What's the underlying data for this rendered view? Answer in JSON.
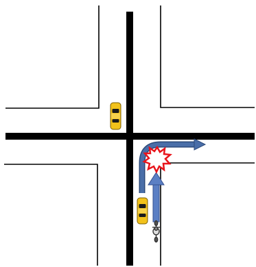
{
  "scene": {
    "type": "four-way intersection collision diagram",
    "colors": {
      "background": "#ffffff",
      "road_edge": "#000000",
      "center_line": "#000000",
      "turn_path": "#4a6ea8",
      "turn_path_outline": "#2c4a7a",
      "through_path": "#5b7fc4",
      "through_path_outline": "#34508f",
      "car_body": "#f2c21b",
      "car_outline": "#7a5c00",
      "car_windows": "#1a1a1a",
      "collision_fill": "#ffffff",
      "collision_outline": "#e8141b"
    },
    "vehicles": [
      {
        "id": "car-northbound-upper",
        "kind": "car",
        "icon": "car-icon",
        "heading": "south"
      },
      {
        "id": "car-northbound-lower",
        "kind": "car",
        "icon": "car-icon",
        "heading": "north"
      },
      {
        "id": "cyclist",
        "kind": "bicycle",
        "icon": "bicycle-icon",
        "heading": "north"
      }
    ],
    "paths": [
      {
        "id": "car-right-turn-path",
        "kind": "right turn",
        "icon": "curved-arrow-icon"
      },
      {
        "id": "cyclist-straight-path",
        "kind": "straight",
        "icon": "straight-arrow-icon"
      }
    ],
    "markers": [
      {
        "id": "collision-point",
        "icon": "collision-burst-icon"
      }
    ]
  }
}
